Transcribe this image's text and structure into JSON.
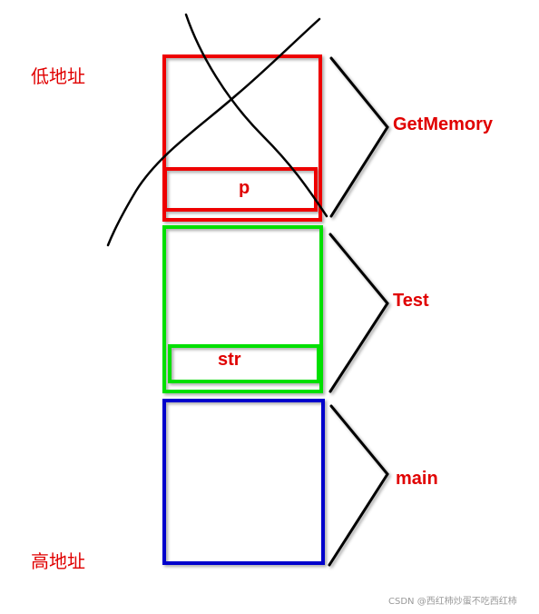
{
  "labels": {
    "low_address": "低地址",
    "high_address": "高地址"
  },
  "frames": [
    {
      "id": "getmemory",
      "label": "GetMemory",
      "variable": "p",
      "color": "#ee0000"
    },
    {
      "id": "test",
      "label": "Test",
      "variable": "str",
      "color": "#00e000"
    },
    {
      "id": "main",
      "label": "main",
      "variable": "",
      "color": "#0000cc"
    }
  ],
  "text_color": "#e00000",
  "watermark": "CSDN @西红柿炒蛋不吃西红柿"
}
